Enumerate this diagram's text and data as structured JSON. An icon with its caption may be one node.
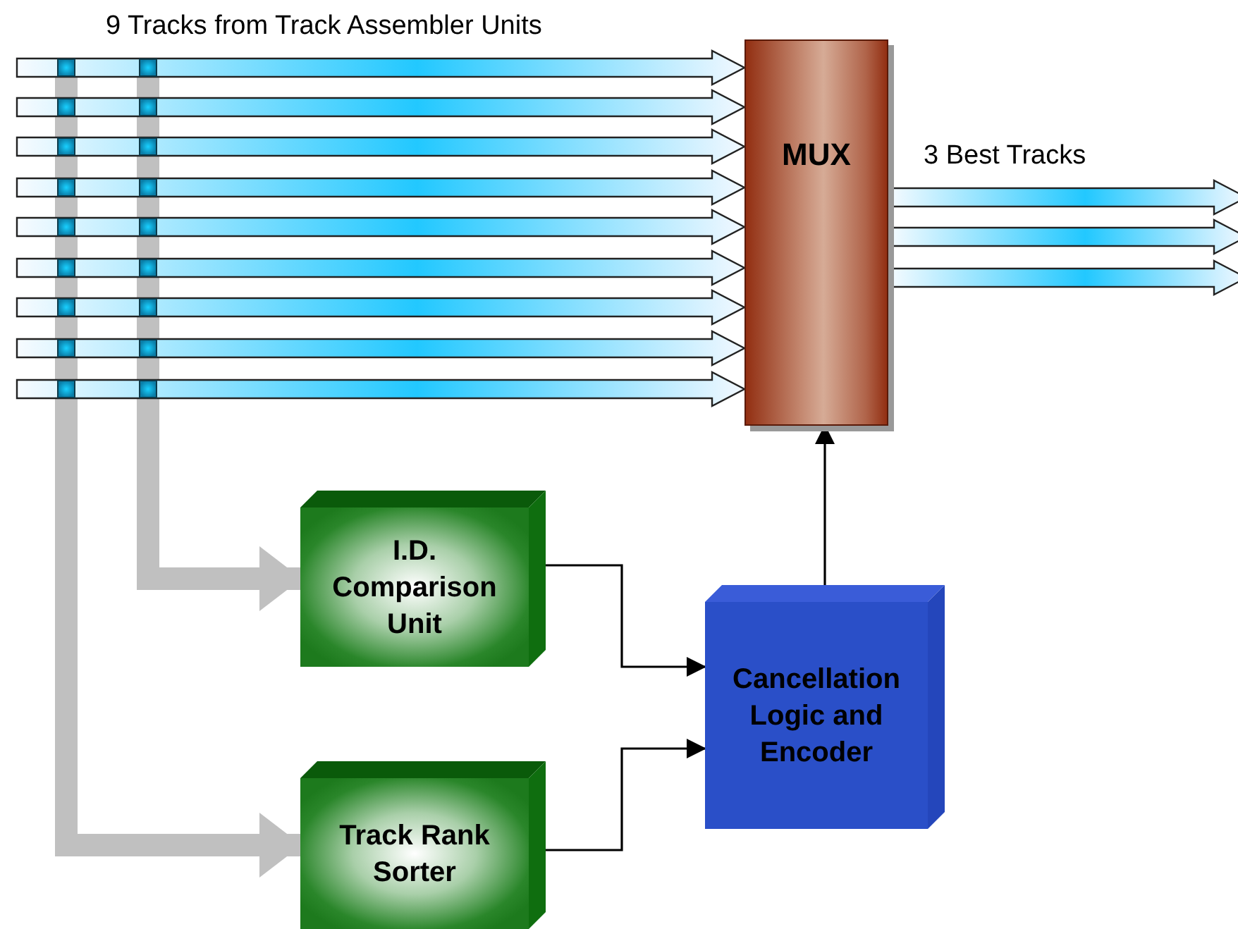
{
  "diagram": {
    "nodes": [
      {
        "text": [
          "MUX"
        ]
      },
      {
        "text": [
          "I.D. Comparison Unit"
        ]
      },
      {
        "text": [
          "Track Rank Sorter"
        ]
      },
      {
        "text": [
          "Cancellation Logic and Encoder"
        ]
      }
    ],
    "edges": [
      {
        "from": null,
        "to": 0,
        "arrow": "to"
      },
      {
        "from": null,
        "to": 0,
        "arrow": "to"
      },
      {
        "from": null,
        "to": 0,
        "arrow": "to"
      },
      {
        "from": null,
        "to": 0,
        "arrow": "to"
      },
      {
        "from": null,
        "to": 0,
        "arrow": "to"
      },
      {
        "from": null,
        "to": 0,
        "arrow": "to"
      },
      {
        "from": null,
        "to": 0,
        "arrow": "to"
      },
      {
        "from": null,
        "to": 0,
        "arrow": "to"
      },
      {
        "from": null,
        "to": 0,
        "arrow": "to"
      },
      {
        "from": 0,
        "to": null,
        "arrow": "to"
      },
      {
        "from": 0,
        "to": null,
        "arrow": "to"
      },
      {
        "from": 0,
        "to": null,
        "arrow": "to"
      },
      {
        "from": null,
        "to": 1,
        "arrow": "to",
        "style": "thick",
        "color": "#c0c0c0"
      },
      {
        "from": null,
        "to": 2,
        "arrow": "to",
        "style": "thick",
        "color": "#c0c0c0"
      },
      {
        "from": 1,
        "to": 3,
        "arrow": "to"
      },
      {
        "from": 2,
        "to": 3,
        "arrow": "to"
      },
      {
        "from": 3,
        "to": 0,
        "arrow": "to"
      }
    ],
    "labels": [
      "9 Tracks from Track Assembler Units",
      "3 Best Tracks"
    ]
  }
}
